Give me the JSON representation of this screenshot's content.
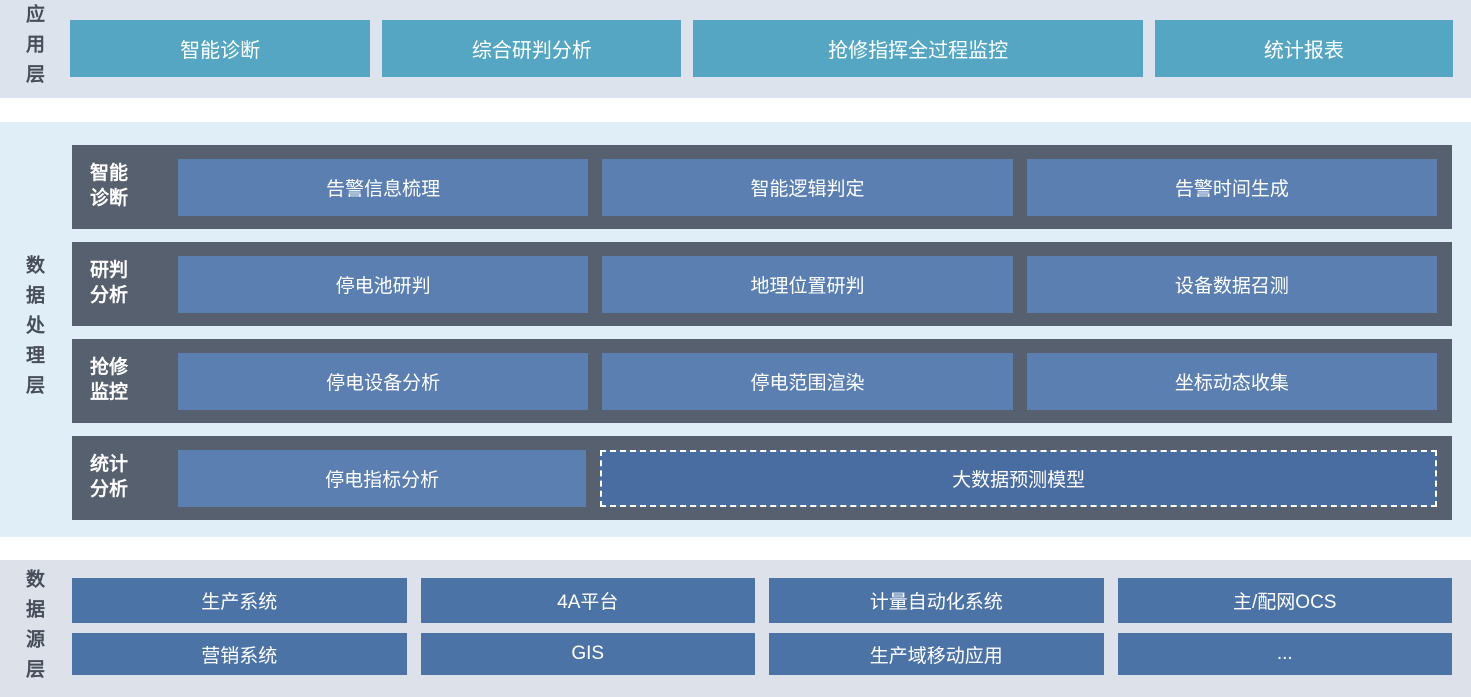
{
  "colors": {
    "app-band-bg": "#dde3ec",
    "app-accent": "#55a6c3",
    "proc-band-bg": "#e0eff7",
    "proc-row-bg": "#57606e",
    "module-blue": "#5a7fb0",
    "module-blue-dark": "#4a6da1",
    "src-band-bg": "#dce1ea",
    "src-blue": "#4c73a6",
    "layer-label-color": "#474e5a"
  },
  "layers": {
    "application": {
      "label": "应用层",
      "buttons": [
        "智能诊断",
        "综合研判分析",
        "抢修指挥全过程监控",
        "统计报表"
      ]
    },
    "processing": {
      "label": "数据处理层",
      "rows": [
        {
          "label": "智能\n诊断",
          "items": [
            "告警信息梳理",
            "智能逻辑判定",
            "告警时间生成"
          ]
        },
        {
          "label": "研判\n分析",
          "items": [
            "停电池研判",
            "地理位置研判",
            "设备数据召测"
          ]
        },
        {
          "label": "抢修\n监控",
          "items": [
            "停电设备分析",
            "停电范围渲染",
            "坐标动态收集"
          ]
        },
        {
          "label": "统计\n分析",
          "items": [
            "停电指标分析"
          ],
          "dashed_item": "大数据预测模型"
        }
      ]
    },
    "datasource": {
      "label": "数据源层",
      "rows": [
        [
          "生产系统",
          "4A平台",
          "计量自动化系统",
          "主/配网OCS"
        ],
        [
          "营销系统",
          "GIS",
          "生产域移动应用",
          "..."
        ]
      ]
    }
  }
}
